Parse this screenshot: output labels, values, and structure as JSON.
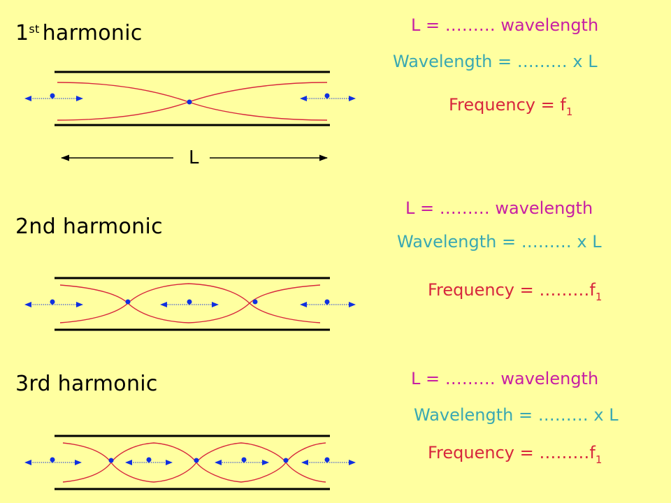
{
  "harmonics": [
    {
      "title_main": "1",
      "title_sup": "st",
      "title_rest": "harmonic",
      "length_eq": "L = ……… wavelength",
      "wavelength_eq": "Wavelength = ……… x L",
      "frequency_eq": "Frequency = f",
      "frequency_sub": "1"
    },
    {
      "title": "2nd harmonic",
      "length_eq": "L = ……… wavelength",
      "wavelength_eq": "Wavelength = ……… x L",
      "frequency_eq": "Frequency = ………f",
      "frequency_sub": "1"
    },
    {
      "title": "3rd harmonic",
      "length_eq": "L = ……… wavelength",
      "wavelength_eq": "Wavelength = ……… x L",
      "frequency_eq": "Frequency = ………f",
      "frequency_sub": "1"
    }
  ],
  "length_label": "L",
  "colors": {
    "background": "#FFFFA0",
    "length_eq": "#C71FA3",
    "wavelength_eq": "#3AA8B2",
    "frequency_eq": "#D7263D",
    "wave": "#D7263D",
    "particle": "#1030E0"
  }
}
